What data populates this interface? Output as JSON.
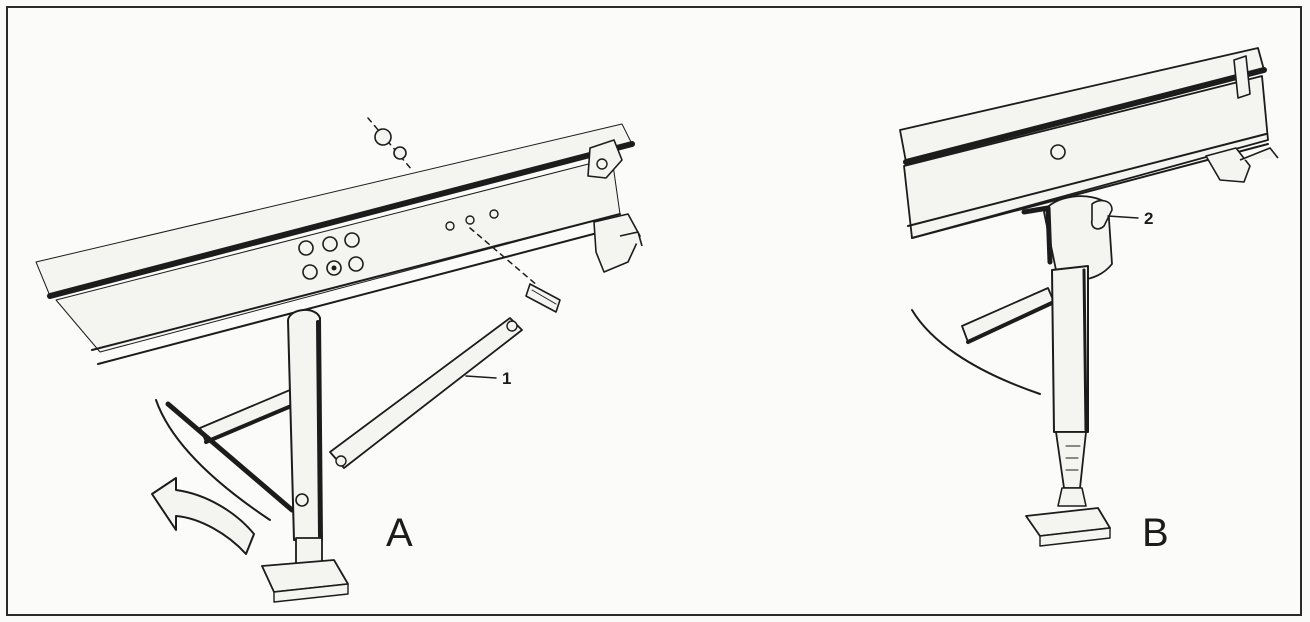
{
  "figure": {
    "panel_a": {
      "label": "A",
      "callout": "1"
    },
    "panel_b": {
      "label": "B",
      "callout": "2"
    }
  },
  "colors": {
    "ink": "#1c1c1c",
    "paper": "#fbfbf9"
  }
}
